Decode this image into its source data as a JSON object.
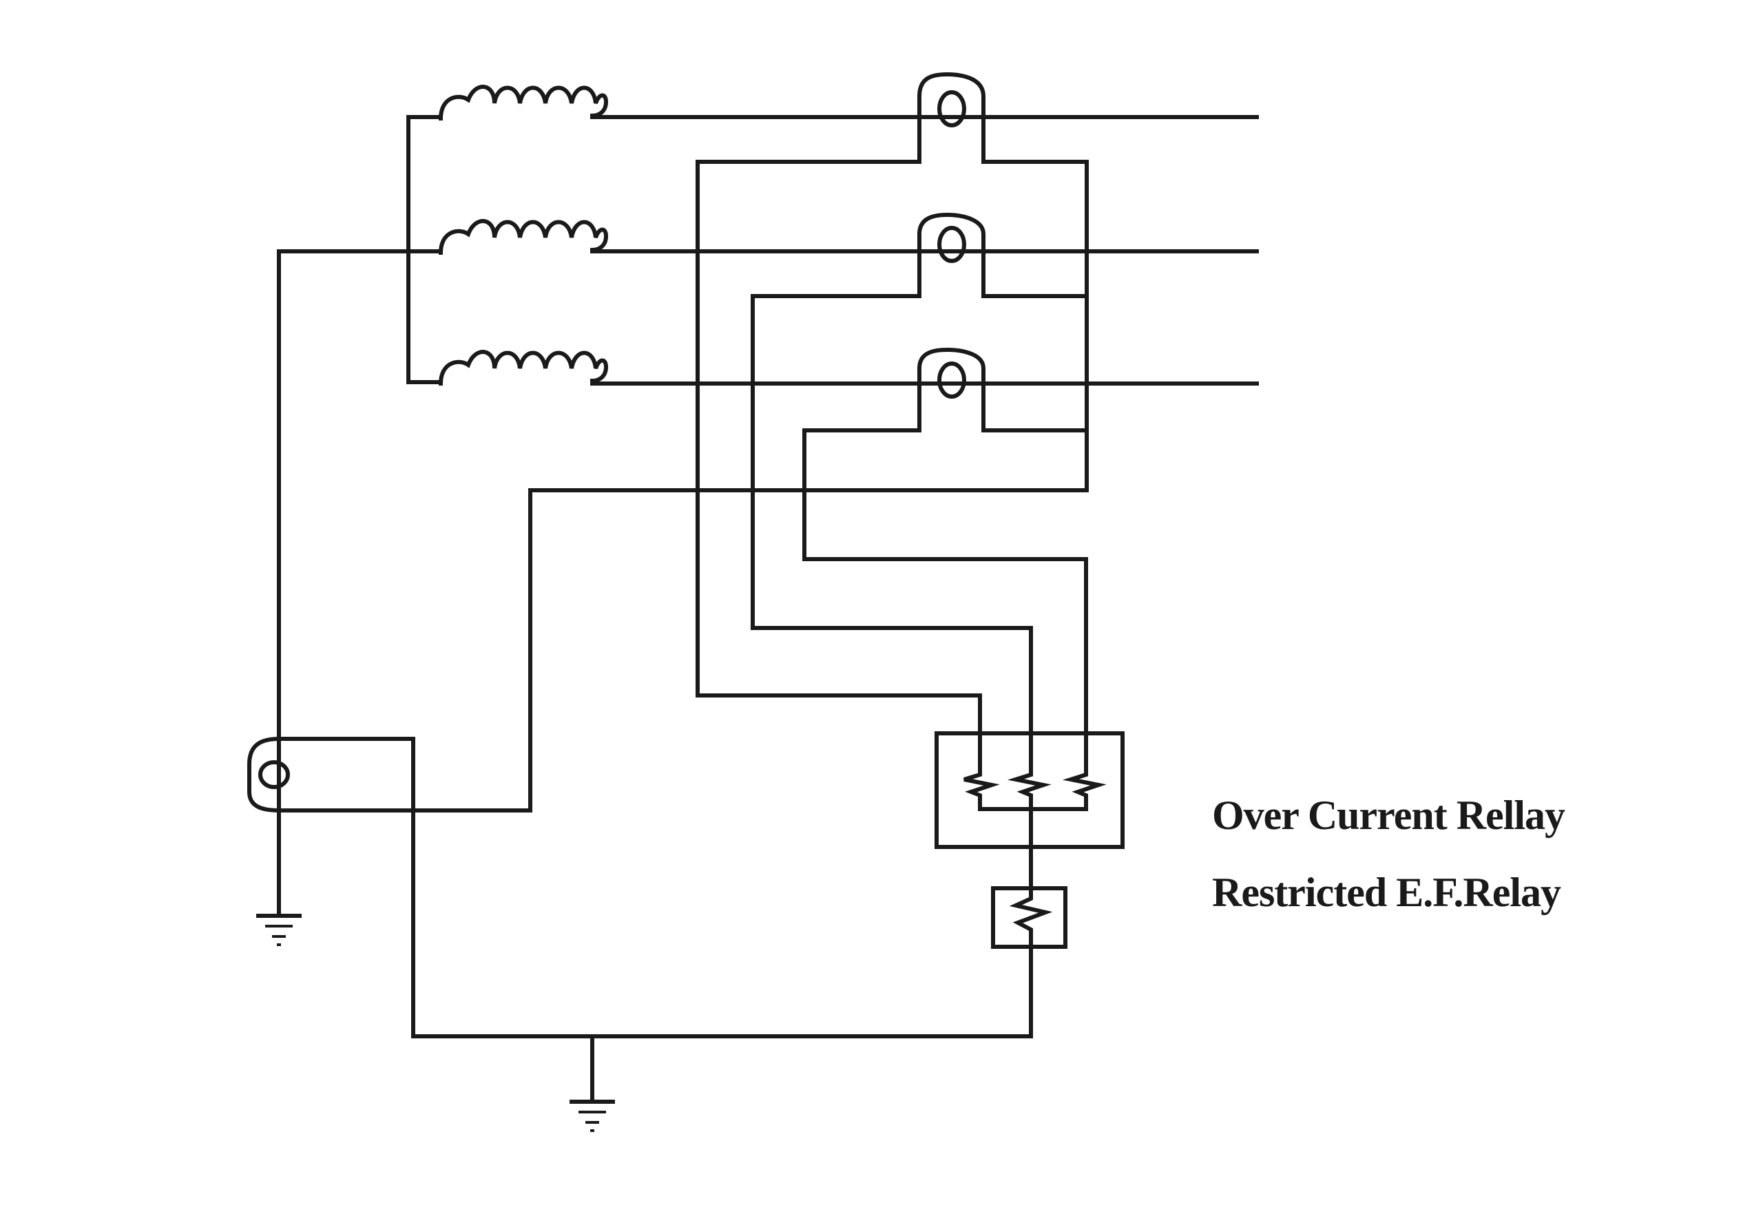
{
  "labels": {
    "over_current": "Over Current Rellay",
    "restricted_ef": "Restricted E.F.Relay"
  },
  "components": {
    "phase_windings": 3,
    "line_current_transformers": 3,
    "neutral_current_transformer": 1,
    "over_current_relay_elements": 3,
    "restricted_ef_relay_elements": 1,
    "earth_symbols": 2
  },
  "colors": {
    "ink": "#1a1a1a",
    "background": "#ffffff"
  }
}
